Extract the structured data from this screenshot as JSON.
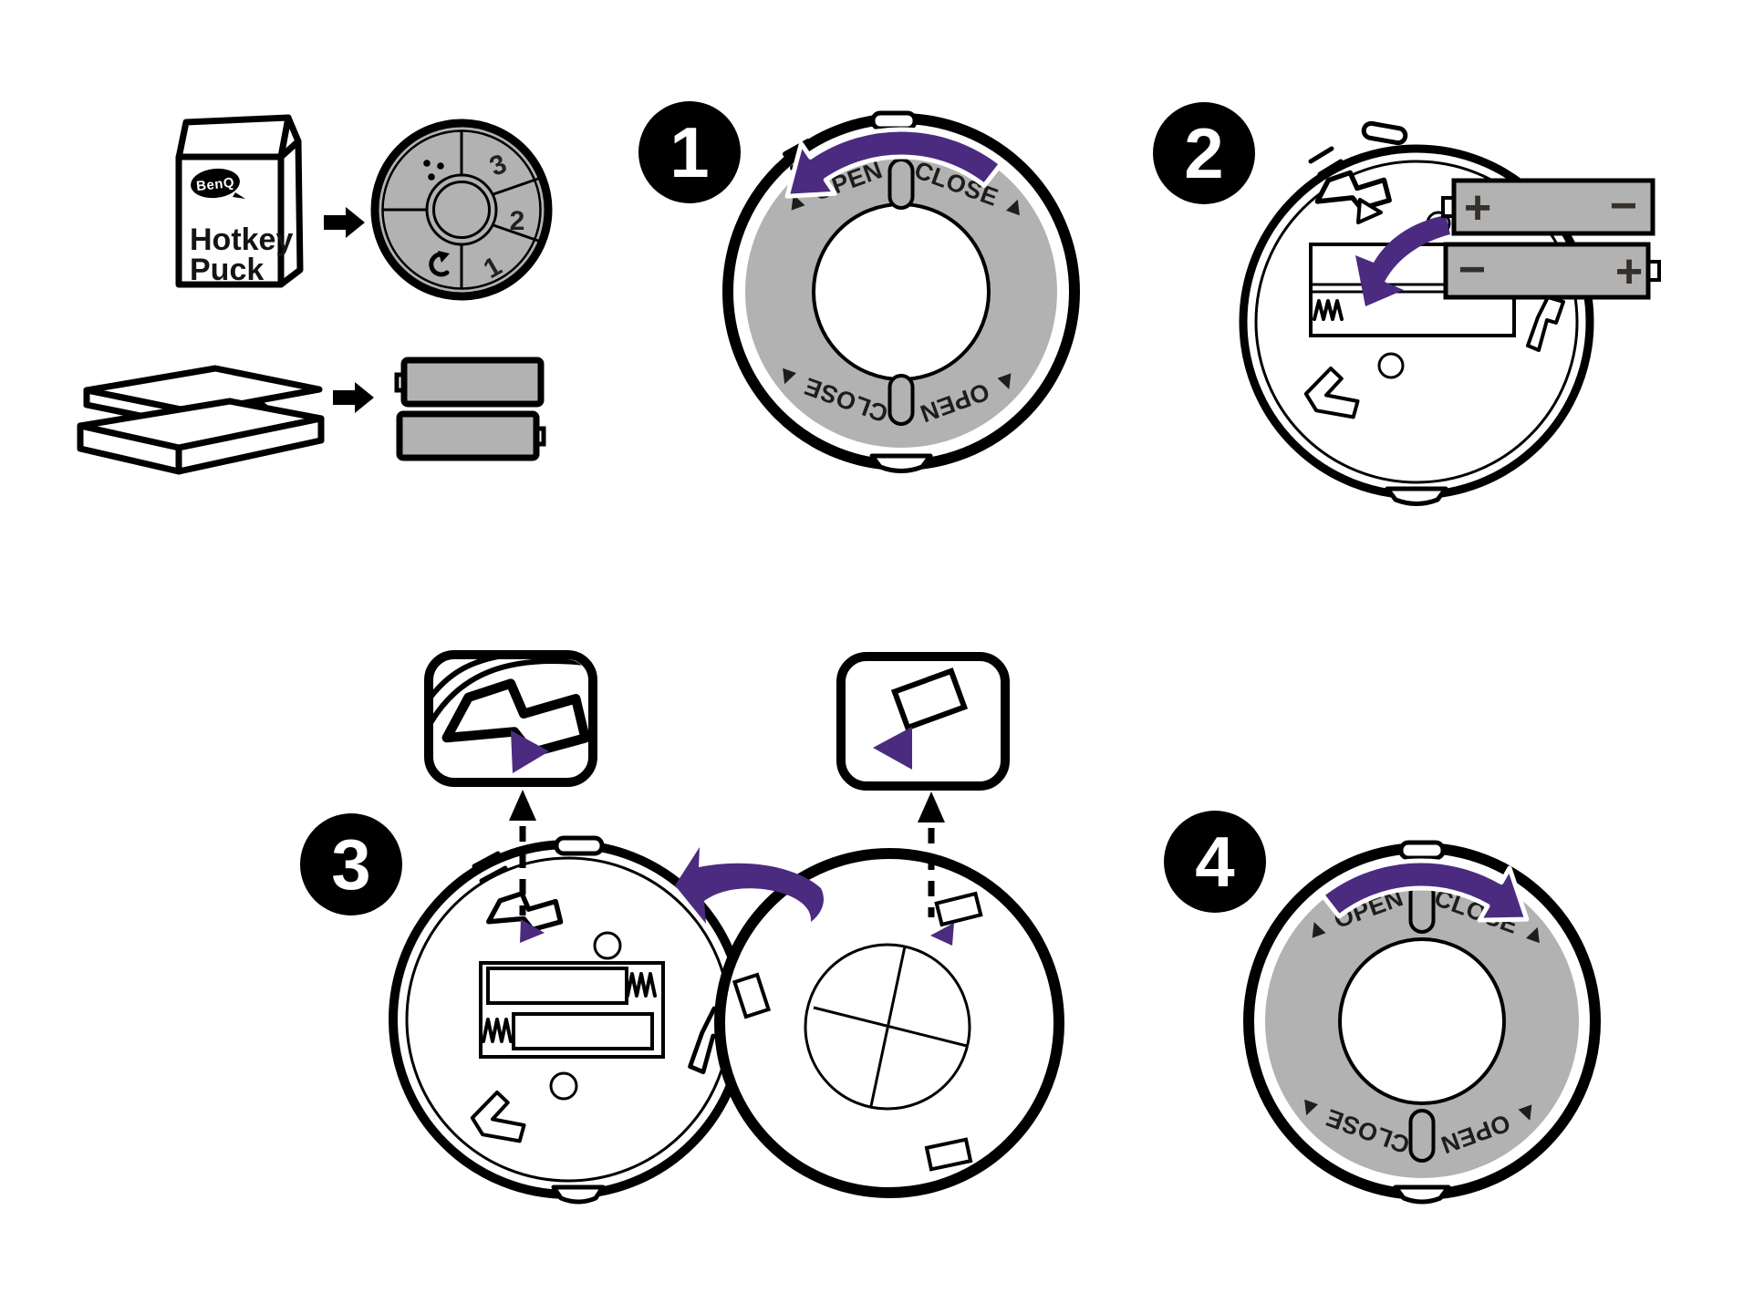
{
  "colors": {
    "purple": "#4B2B7F",
    "gray": "#B2B2B2",
    "outline": "#000000"
  },
  "package_box": {
    "brand_logo": "BenQ",
    "product_name_line1": "Hotkey",
    "product_name_line2": "Puck"
  },
  "puck_dial": {
    "button_3": "3",
    "button_2": "2",
    "button_1": "1"
  },
  "rotation_labels": {
    "open": "▲ OPEN",
    "close": "CLOSE ▲"
  },
  "battery_terminals": {
    "plus": "+",
    "minus": "−"
  },
  "step_badges": {
    "step1": "1",
    "step2": "2",
    "step3": "3",
    "step4": "4"
  }
}
